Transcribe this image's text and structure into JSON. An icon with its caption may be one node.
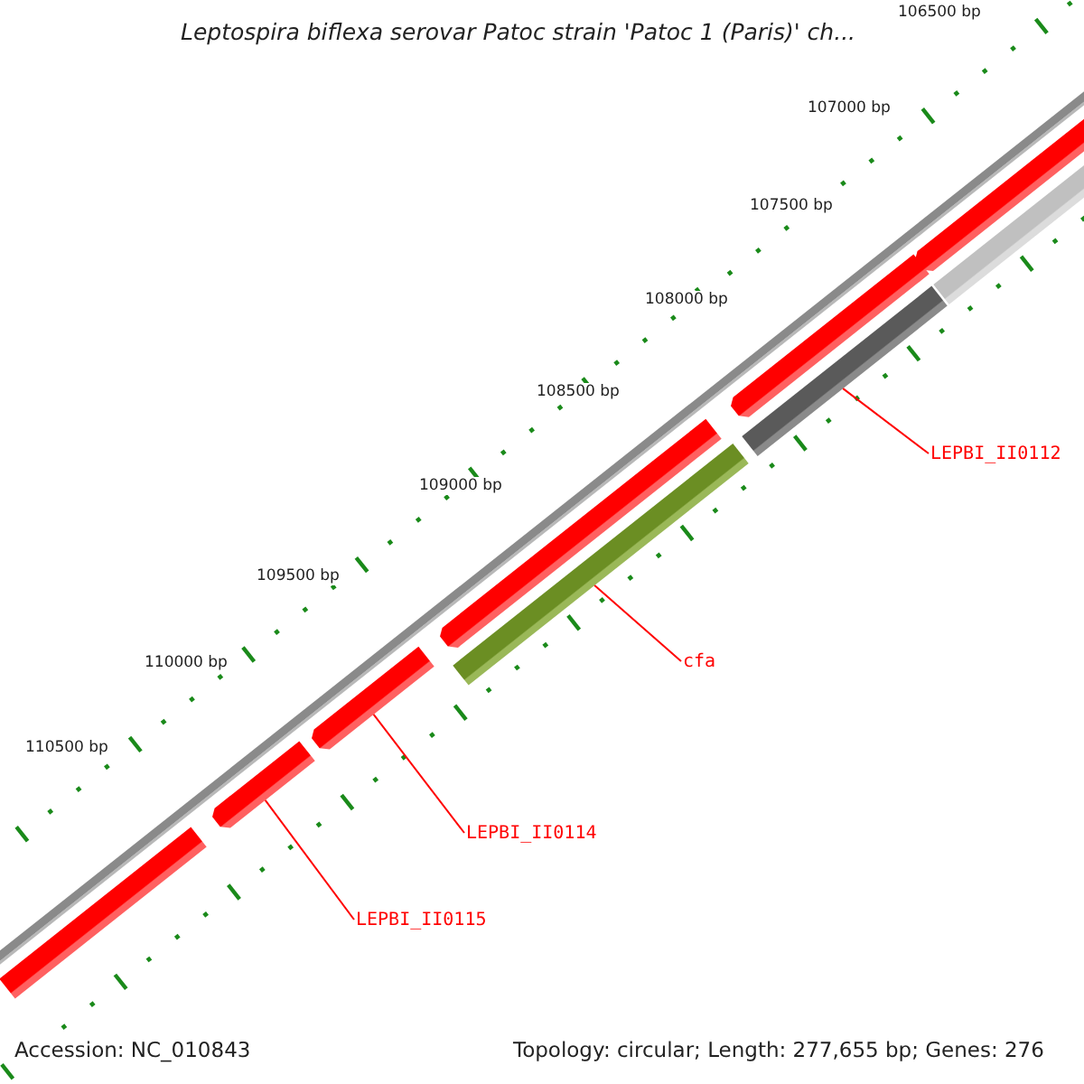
{
  "diagram": {
    "title": "Leptospira biflexa serovar Patoc strain 'Patoc 1 (Paris)' ch...",
    "nodes": [
      {
        "text": [],
        "shape": "bar"
      },
      {
        "text": [],
        "shape": "arrow"
      },
      {
        "text": [],
        "shape": "arrow"
      },
      {
        "text": [],
        "shape": "arrow"
      },
      {
        "text": [],
        "shape": "arrow"
      },
      {
        "text": [],
        "shape": "arrow"
      },
      {
        "text": [],
        "shape": "bar"
      },
      {
        "text": [],
        "shape": "bar"
      },
      {
        "text": [],
        "shape": "bar"
      },
      {
        "text": [
          "LEPBI_II0112"
        ]
      },
      {
        "text": [
          "cfa"
        ]
      },
      {
        "text": [
          "LEPBI_II0114"
        ]
      },
      {
        "text": [
          "LEPBI_II0115"
        ]
      }
    ],
    "edges": [
      {
        "from": 9,
        "to": 7,
        "arrow": "none"
      },
      {
        "from": 10,
        "to": 6,
        "arrow": "none"
      },
      {
        "from": 11,
        "to": 2,
        "arrow": "none"
      },
      {
        "from": 12,
        "to": 1,
        "arrow": "none"
      }
    ],
    "labels": [
      "106500 bp",
      "107000 bp",
      "107500 bp",
      "108000 bp",
      "108500 bp",
      "109000 bp",
      "109500 bp",
      "110000 bp",
      "110500 bp",
      "Accession: NC_010843",
      "Topology: circular; Length: 277,655 bp; Genes: 276"
    ]
  }
}
